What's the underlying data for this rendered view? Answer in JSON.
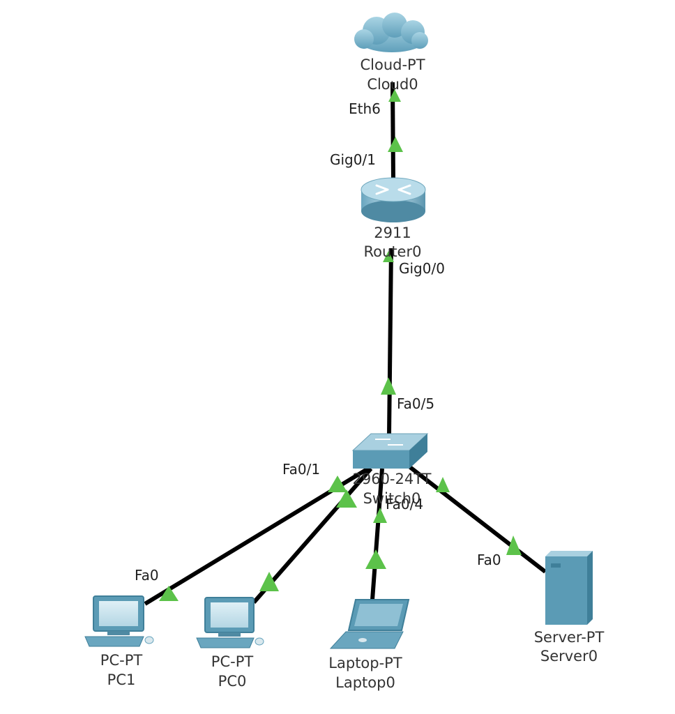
{
  "devices": {
    "cloud": {
      "model": "Cloud-PT",
      "name": "Cloud0"
    },
    "router": {
      "model": "2911",
      "name": "Router0"
    },
    "switch": {
      "model": "2960-24TT",
      "name": "Switch0"
    },
    "pc1": {
      "model": "PC-PT",
      "name": "PC1"
    },
    "pc0": {
      "model": "PC-PT",
      "name": "PC0"
    },
    "laptop": {
      "model": "Laptop-PT",
      "name": "Laptop0"
    },
    "server": {
      "model": "Server-PT",
      "name": "Server0"
    }
  },
  "ports": {
    "cloud_eth6": "Eth6",
    "router_gig01": "Gig0/1",
    "router_gig00": "Gig0/0",
    "switch_fa05": "Fa0/5",
    "switch_fa01": "Fa0/1",
    "switch_fa04": "Fa0/4",
    "pc1_fa0": "Fa0",
    "server_fa0": "Fa0"
  },
  "colors": {
    "link": "#000000",
    "link_up_arrow": "#5cc24a",
    "device_blue": "#5b9bb5"
  }
}
